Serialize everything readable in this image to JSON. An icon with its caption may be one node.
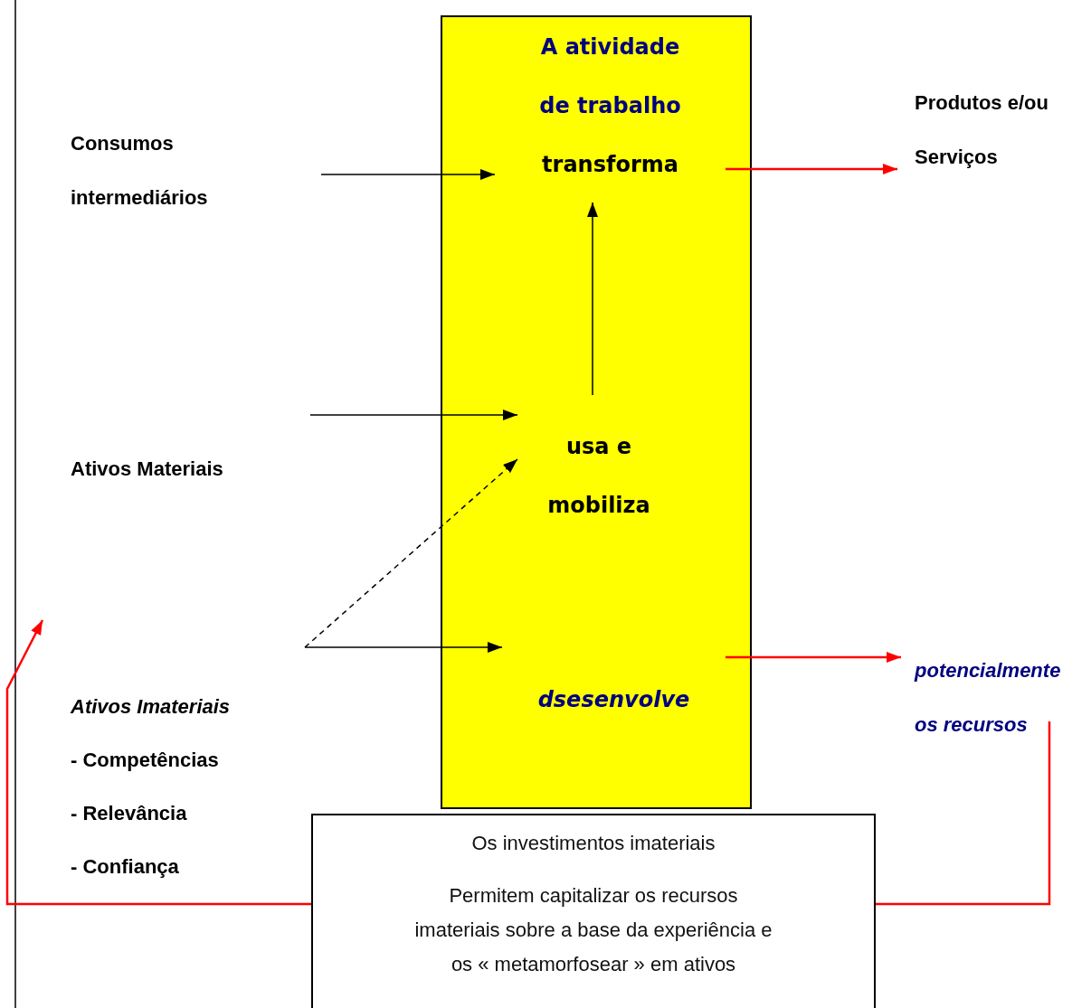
{
  "diagram": {
    "nodes": [
      {
        "text": [],
        "shape": "box"
      },
      {
        "text": [
          "A atividade de trabalho",
          "transforma"
        ],
        "in": 0
      },
      {
        "text": [
          "usa e mobiliza"
        ],
        "in": 0
      },
      {
        "text": [
          "dsesenvolve"
        ],
        "in": 0
      },
      {
        "text": [
          "Consumos intermediários"
        ]
      },
      {
        "text": [
          "Ativos Materiais"
        ]
      },
      {
        "text": [
          "Ativos Imateriais",
          "- Competências",
          "- Relevância",
          "- Confiança"
        ]
      },
      {
        "text": [
          "Produtos e/ou Serviços"
        ]
      },
      {
        "text": [
          "potencialmente os recursos"
        ]
      },
      {
        "text": [
          "Os investimentos imateriais",
          "Permitem capitalizar os recursos imateriais sobre a base da experiência e os « metamorfosear » em ativos"
        ]
      }
    ],
    "edges": [
      {
        "from": null,
        "to": 1,
        "arrow": "to"
      },
      {
        "from": 2,
        "to": 1,
        "arrow": "to"
      },
      {
        "from": null,
        "to": 2,
        "arrow": "to"
      },
      {
        "from": null,
        "to": 2,
        "arrow": "to",
        "style": "dashed"
      },
      {
        "from": null,
        "to": 3,
        "arrow": "to"
      },
      {
        "from": 1,
        "to": 7,
        "arrow": "to",
        "color": "#ff0000"
      },
      {
        "from": 3,
        "to": 8,
        "arrow": "to",
        "color": "#ff0000"
      },
      {
        "from": 9,
        "to": null,
        "arrow": "to",
        "color": "#ff0000"
      },
      {
        "from": 9,
        "to": 8,
        "arrow": "none",
        "color": "#ff0000"
      }
    ]
  }
}
